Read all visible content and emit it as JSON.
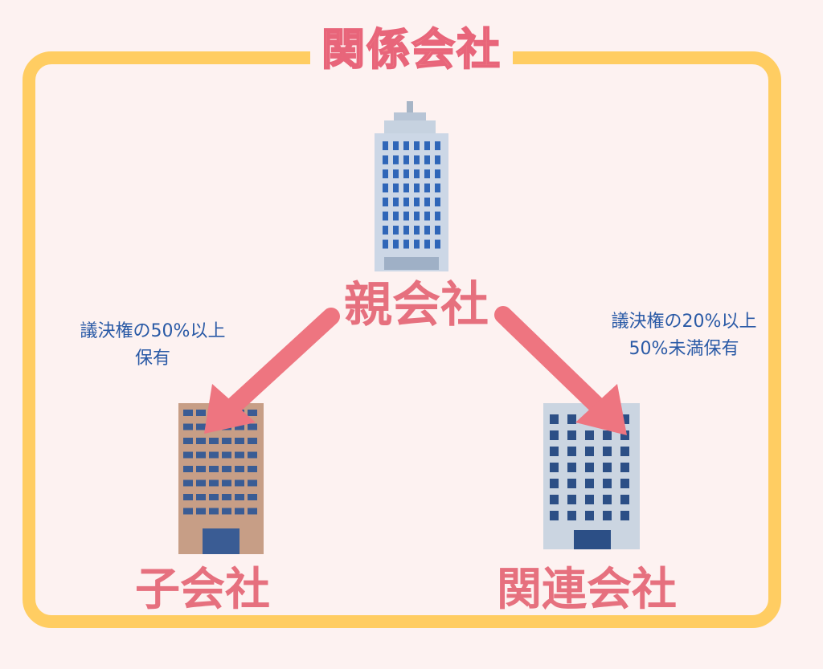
{
  "frame": {
    "title": "関係会社",
    "border_color": "#ffcd62",
    "title_color": "#f4898f"
  },
  "parent": {
    "label": "親会社",
    "icon": "office-tower-icon"
  },
  "subsidiary": {
    "label": "子会社",
    "icon": "brown-office-building-icon",
    "condition_line1": "議決権の50%以上",
    "condition_line2": "保有"
  },
  "associate": {
    "label": "関連会社",
    "icon": "grey-office-building-icon",
    "condition_line1": "議決権の20%以上",
    "condition_line2": "50%未満保有"
  },
  "colors": {
    "arrow": "#ee7580",
    "label_red": "#e6707e",
    "note_blue": "#2a5aa6"
  }
}
